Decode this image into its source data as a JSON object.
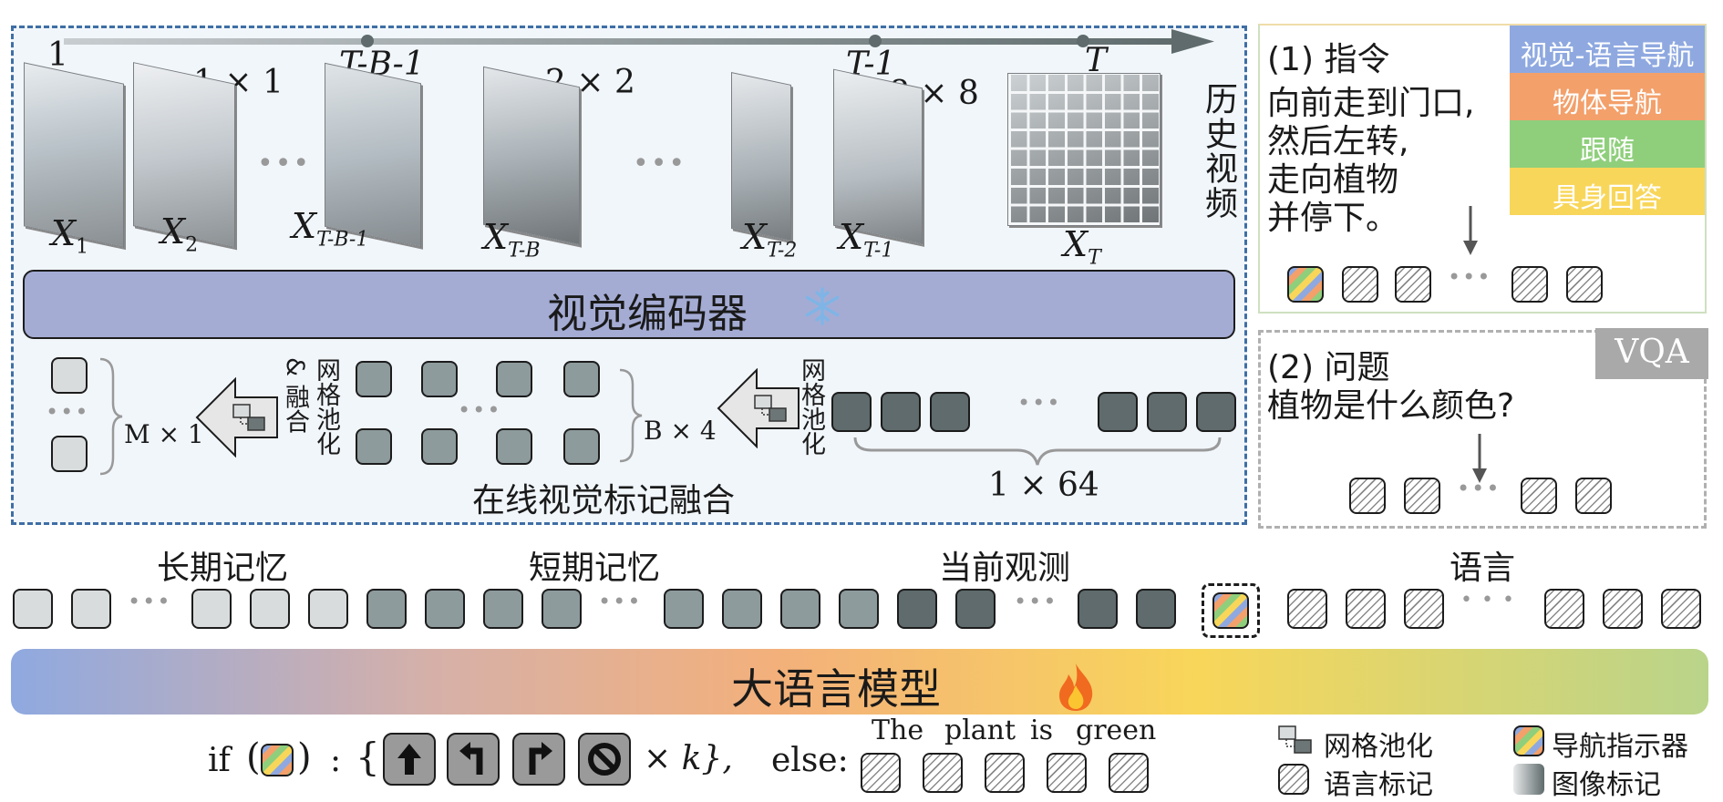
{
  "timeline": {
    "start": "1",
    "tb1": "T-B-1",
    "t1": "T-1",
    "t": "T"
  },
  "grids": {
    "g1": "1 × 1",
    "g2": "2 × 2",
    "g3": "8 × 8"
  },
  "frames": {
    "x1": "X",
    "x1s": "1",
    "x2": "X",
    "x2s": "2",
    "xtb1": "X",
    "xtb1s": "T-B-1",
    "xtb": "X",
    "xtbs": "T-B",
    "xt2": "X",
    "xt2s": "T-2",
    "xt1": "X",
    "xt1s": "T-1",
    "xt": "X",
    "xts": "T"
  },
  "history_video": "历史视频",
  "encoder": {
    "label": "视觉编码器",
    "frozen_icon": "snowflake-icon"
  },
  "fusion": {
    "pool_fuse_label": "网格池化\n& 融合",
    "pool_label": "网格池化",
    "m1": "M × 1",
    "b4": "B × 4",
    "s164": "1 × 64",
    "caption": "在线视觉标记融合"
  },
  "instruction": {
    "header": "(1) 指令",
    "lines": [
      "向前走到门口,",
      "然后左转,",
      "走向植物",
      "并停下。"
    ],
    "tasks": [
      {
        "label": "视觉-语言导航",
        "color": "#8fa9e0"
      },
      {
        "label": "物体导航",
        "color": "#f3a06b"
      },
      {
        "label": "跟随",
        "color": "#8fcf7c"
      },
      {
        "label": "具身回答",
        "color": "#f8d65a"
      }
    ]
  },
  "question": {
    "header": "(2) 问题",
    "text": "植物是什么颜色?",
    "badge": "VQA"
  },
  "sequence": {
    "long_memory": "长期记忆",
    "short_memory": "短期记忆",
    "current_obs": "当前观测",
    "language": "语言"
  },
  "llm": {
    "label": "大语言模型",
    "trainable_icon": "fire-icon"
  },
  "output": {
    "if_text": "if",
    "colon_text": ":",
    "times_k": "× k},",
    "else_text": "else:",
    "answer_words": [
      "The",
      "plant",
      "is",
      "green"
    ],
    "actions": [
      "arrow-up-icon",
      "turn-left-icon",
      "turn-right-icon",
      "stop-icon"
    ]
  },
  "legend": {
    "grid_pool": "网格池化",
    "nav_indicator": "导航指示器",
    "lang_token": "语言标记",
    "image_token": "图像标记"
  },
  "colors": {
    "panel_border": "#3f6ea5",
    "panel_bg": "#f1f6fb",
    "encoder_bg": "#a4acd4",
    "gray_box": "#9a9a9a",
    "llm_gradient": [
      "#8fa9e0",
      "#f3b07b",
      "#f8d65a",
      "#b9d48a"
    ]
  }
}
